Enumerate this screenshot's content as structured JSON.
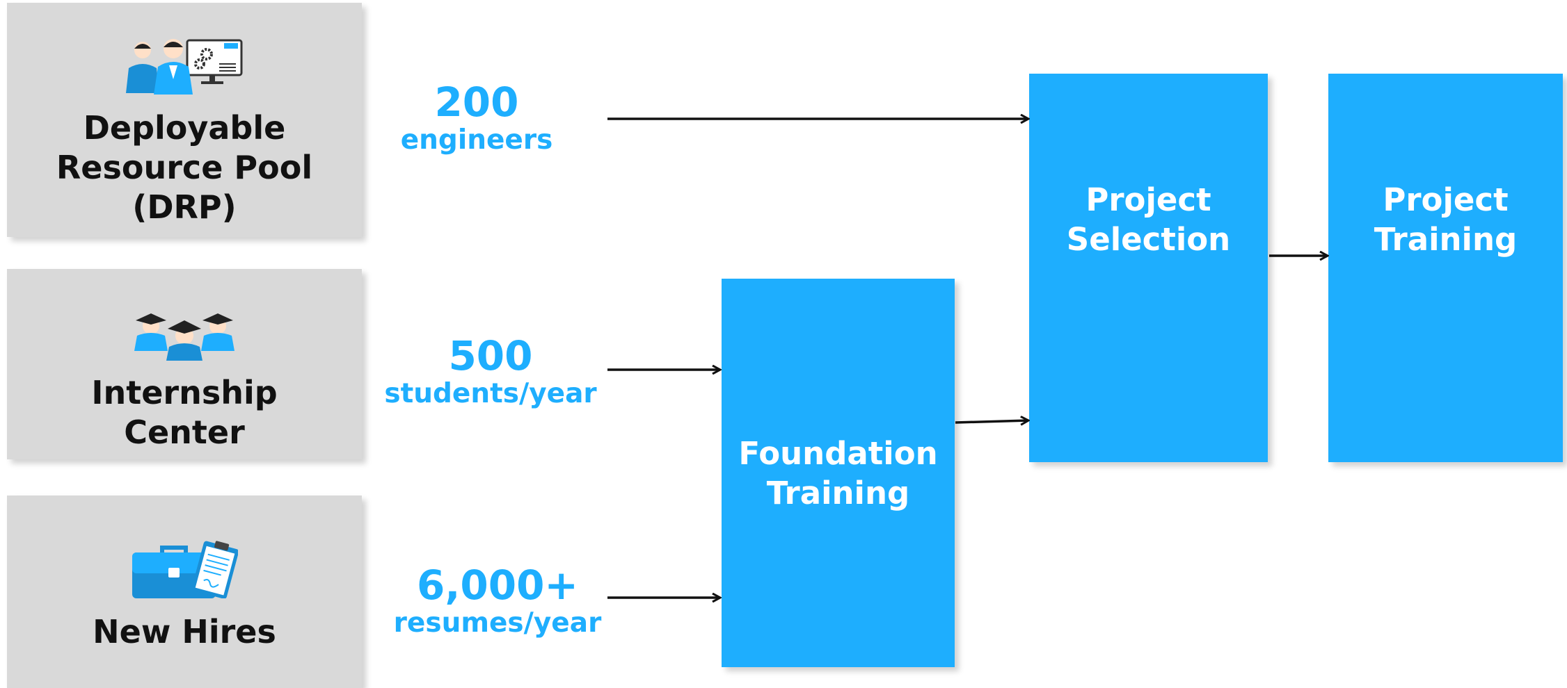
{
  "sources": {
    "drp": {
      "label": "Deployable\nResource Pool\n(DRP)",
      "icon": "engineers-monitor-icon"
    },
    "internship": {
      "label": "Internship\nCenter",
      "icon": "graduates-icon"
    },
    "new_hires": {
      "label": "New Hires",
      "icon": "briefcase-clipboard-icon"
    }
  },
  "stats": [
    {
      "number": "200",
      "unit": "engineers"
    },
    {
      "number": "500",
      "unit": "students/year"
    },
    {
      "number": "6,000+",
      "unit": "resumes/year"
    }
  ],
  "stages": {
    "foundation": "Foundation\nTraining",
    "selection": "Project\nSelection",
    "training": "Project\nTraining"
  },
  "colors": {
    "accent": "#1eaefe",
    "source_box": "#d9d9d9",
    "arrow": "#111111"
  }
}
